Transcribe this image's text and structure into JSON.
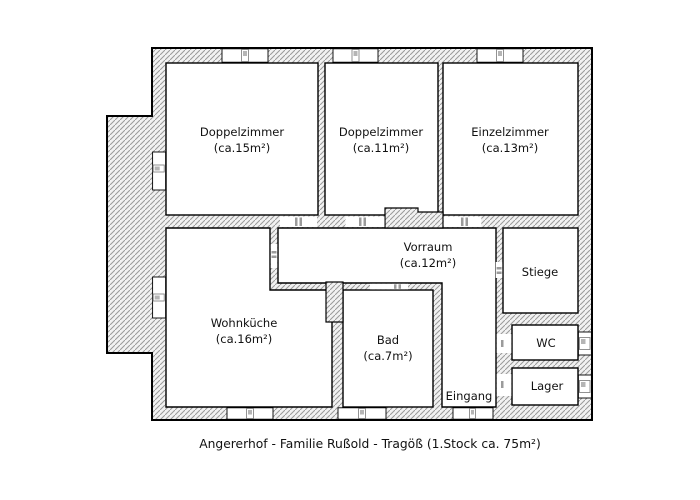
{
  "plan": {
    "caption": "Angererhof - Familie Rußold - Tragöß (1.Stock ca. 75m²)",
    "rooms": [
      {
        "id": "doppelzimmer-15",
        "name": "Doppelzimmer",
        "area": "(ca.15m²)"
      },
      {
        "id": "doppelzimmer-11",
        "name": "Doppelzimmer",
        "area": "(ca.11m²)"
      },
      {
        "id": "einzelzimmer",
        "name": "Einzelzimmer",
        "area": "(ca.13m²)"
      },
      {
        "id": "vorraum",
        "name": "Vorraum",
        "area": "(ca.12m²)"
      },
      {
        "id": "stiege",
        "name": "Stiege",
        "area": ""
      },
      {
        "id": "wohnkueche",
        "name": "Wohnküche",
        "area": "(ca.16m²)"
      },
      {
        "id": "bad",
        "name": "Bad",
        "area": "(ca.7m²)"
      },
      {
        "id": "wc",
        "name": "WC",
        "area": ""
      },
      {
        "id": "lager",
        "name": "Lager",
        "area": ""
      },
      {
        "id": "eingang",
        "name": "Eingang",
        "area": ""
      }
    ],
    "icons": {
      "window": "window-icon",
      "door": "door-icon"
    },
    "colors": {
      "background": "#ffffff",
      "wall_hatch_line": "#9a9a9a",
      "wall_fill": "#f2f2f2",
      "outline": "#000000",
      "text": "#111111"
    }
  }
}
